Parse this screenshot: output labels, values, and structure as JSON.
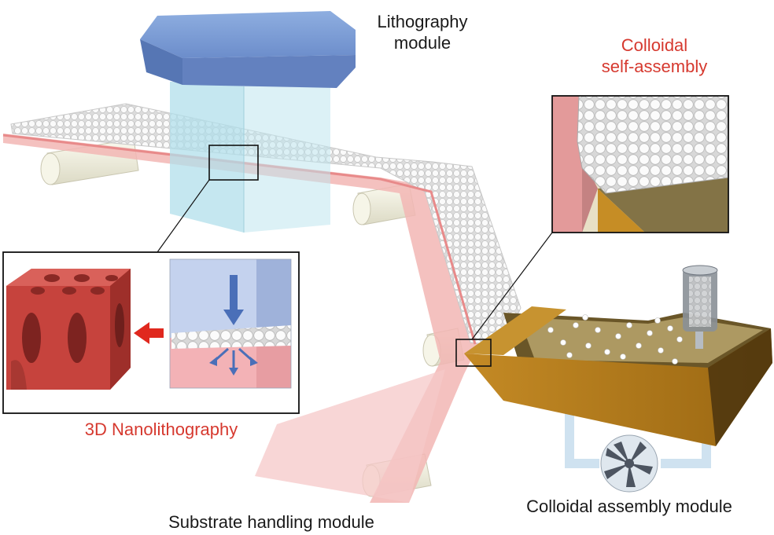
{
  "labels": {
    "lithography_line1": "Lithography",
    "lithography_line2": "module",
    "colloidal_line1": "Colloidal",
    "colloidal_line2": "self-assembly",
    "nanolithography": "3D Nanolithography",
    "substrate": "Substrate handling module",
    "assembly": "Colloidal assembly module"
  },
  "colors": {
    "label_text": "#1a1a1a",
    "accent_red": "#d6392f",
    "lithography_block": "#6f8fca",
    "light_column": "#bfe6ee",
    "substrate_pink": "#f3b4b4",
    "particles": "#f4f4f4",
    "trough": "#b67f1e",
    "nanostructure": "#c6433d"
  }
}
